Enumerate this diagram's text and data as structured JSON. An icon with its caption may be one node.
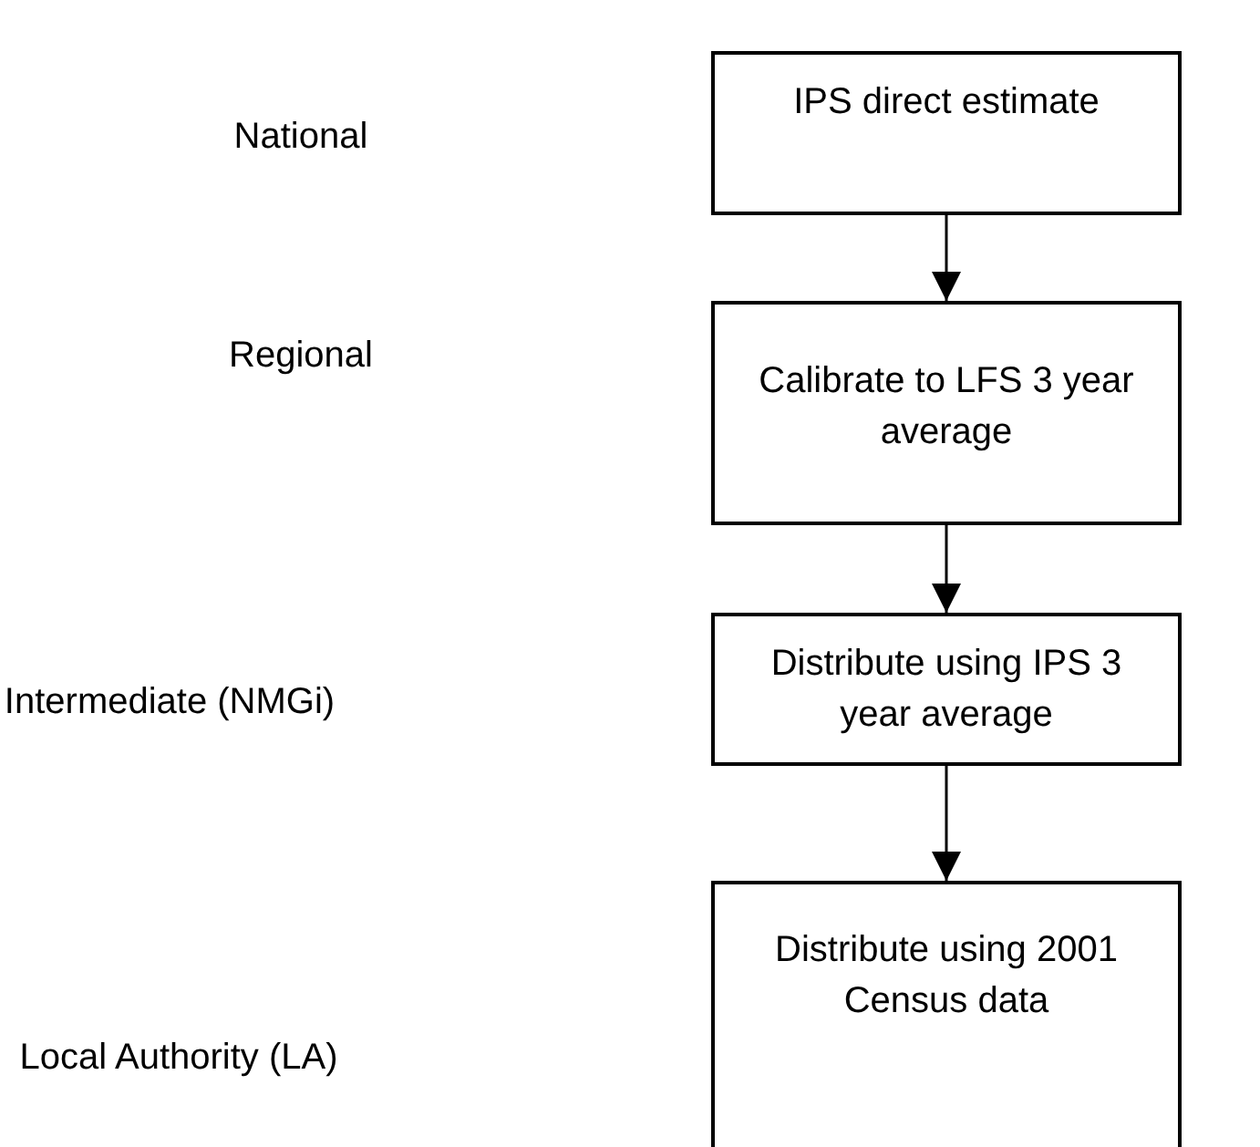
{
  "diagram": {
    "nodes": [
      {
        "text": [
          "IPS direct estimate"
        ]
      },
      {
        "text": [
          "Calibrate to LFS 3 year average"
        ]
      },
      {
        "text": [
          "Distribute using IPS 3 year average"
        ]
      },
      {
        "text": [
          "Distribute using 2001 Census data"
        ]
      }
    ],
    "edges": [
      {
        "from": 0,
        "to": 1,
        "arrow": "to"
      },
      {
        "from": 1,
        "to": 2,
        "arrow": "to"
      },
      {
        "from": 2,
        "to": 3,
        "arrow": "to"
      }
    ],
    "labels": [
      "National",
      "Regional",
      "Intermediate (NMGi)",
      "Local Authority (LA)"
    ]
  }
}
